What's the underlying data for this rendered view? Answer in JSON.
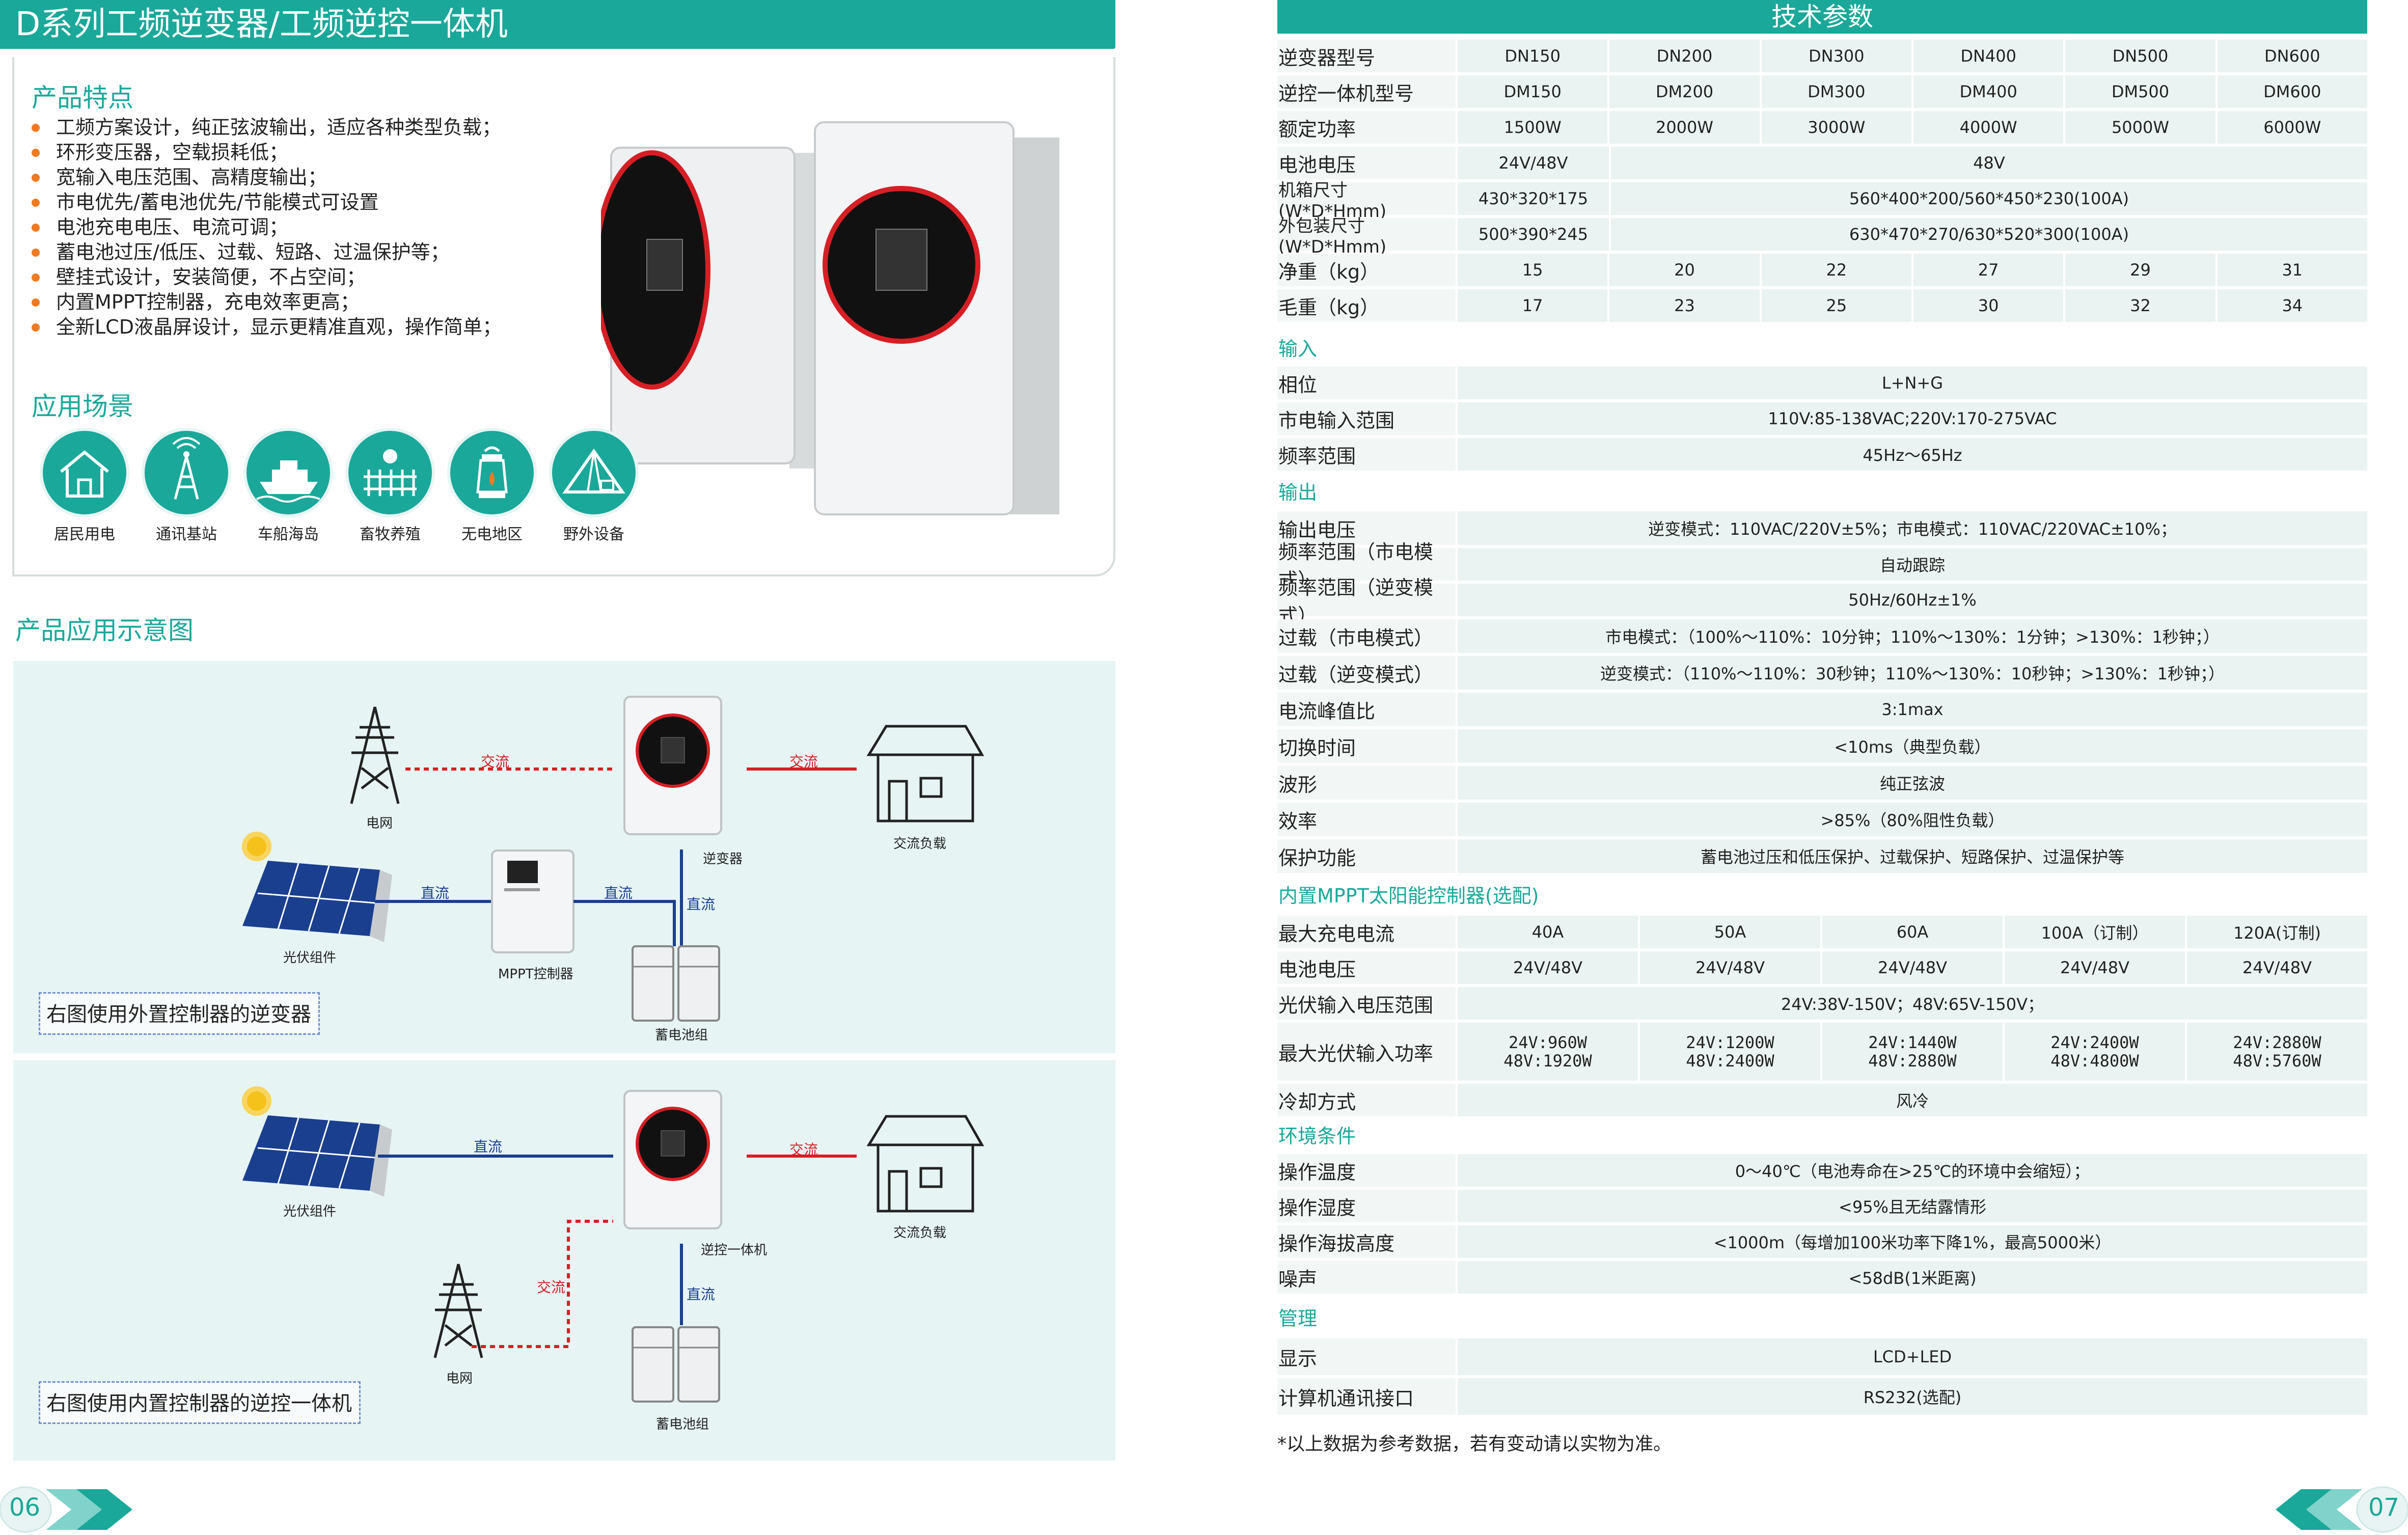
{
  "left": {
    "title": "D系列工频逆变器/工频逆控一体机",
    "features_heading": "产品特点",
    "features": [
      "工频方案设计，纯正弦波输出，适应各种类型负载；",
      "环形变压器，空载损耗低；",
      "宽输入电压范围、高精度输出；",
      "市电优先/蓄电池优先/节能模式可设置",
      "电池充电电压、电流可调；",
      "蓄电池过压/低压、过载、短路、过温保护等；",
      "壁挂式设计，安装简便，不占空间；",
      "内置MPPT控制器，充电效率更高；",
      "全新LCD液晶屏设计，显示更精准直观，操作简单；"
    ],
    "applications_heading": "应用场景",
    "applications": [
      {
        "label": "居民用电",
        "icon": "house-icon"
      },
      {
        "label": "通讯基站",
        "icon": "antenna-tower-icon"
      },
      {
        "label": "车船海岛",
        "icon": "ship-icon"
      },
      {
        "label": "畜牧养殖",
        "icon": "farm-fence-icon"
      },
      {
        "label": "无电地区",
        "icon": "lantern-icon"
      },
      {
        "label": "野外设备",
        "icon": "tent-icon"
      }
    ],
    "diagram_heading": "产品应用示意图",
    "diagram1": {
      "grid": "电网",
      "inverter": "逆变器",
      "load": "交流负载",
      "pv": "光伏组件",
      "mppt": "MPPT控制器",
      "battery": "蓄电池组",
      "ac1": "交流",
      "ac2": "交流",
      "dc1": "直流",
      "dc2": "直流",
      "dc3": "直流",
      "caption": "右图使用外置控制器的逆变器"
    },
    "diagram2": {
      "pv": "光伏组件",
      "inverter": "逆控一体机",
      "load": "交流负载",
      "grid": "电网",
      "battery": "蓄电池组",
      "dc1": "直流",
      "dc2": "直流",
      "ac1": "交流",
      "ac2": "交流",
      "caption": "右图使用内置控制器的逆控一体机"
    },
    "page_number": "06"
  },
  "right": {
    "spec_title": "技术参数",
    "rows_top": [
      {
        "label": "逆变器型号",
        "values": [
          "DN150",
          "DN200",
          "DN300",
          "DN400",
          "DN500",
          "DN600"
        ]
      },
      {
        "label": "逆控一体机型号",
        "values": [
          "DM150",
          "DM200",
          "DM300",
          "DM400",
          "DM500",
          "DM600"
        ]
      },
      {
        "label": "额定功率",
        "values": [
          "1500W",
          "2000W",
          "3000W",
          "4000W",
          "5000W",
          "6000W"
        ]
      },
      {
        "label": "电池电压",
        "values": [
          "24V/48V",
          "48V"
        ]
      },
      {
        "label": "机箱尺寸(W*D*Hmm)",
        "values": [
          "430*320*175",
          "560*400*200/560*450*230(100A)"
        ]
      },
      {
        "label": "外包装尺寸(W*D*Hmm)",
        "values": [
          "500*390*245",
          "630*470*270/630*520*300(100A)"
        ]
      },
      {
        "label": "净重（kg）",
        "values": [
          "15",
          "20",
          "22",
          "27",
          "29",
          "31"
        ]
      },
      {
        "label": "毛重（kg）",
        "values": [
          "17",
          "23",
          "25",
          "30",
          "32",
          "34"
        ]
      }
    ],
    "sec_input": "输入",
    "rows_input": [
      {
        "label": "相位",
        "value": "L+N+G"
      },
      {
        "label": "市电输入范围",
        "value": "110V:85-138VAC;220V:170-275VAC"
      },
      {
        "label": "频率范围",
        "value": "45Hz～65Hz"
      }
    ],
    "sec_output": "输出",
    "rows_output": [
      {
        "label": "输出电压",
        "value": "逆变模式：110VAC/220V±5%；市电模式：110VAC/220VAC±10%；"
      },
      {
        "label": "频率范围（市电模式）",
        "value": "自动跟踪"
      },
      {
        "label": "频率范围（逆变模式）",
        "value": "50Hz/60Hz±1%"
      },
      {
        "label": "过载（市电模式）",
        "value": "市电模式：（100%～110%：10分钟；110%～130%：1分钟；>130%：1秒钟；）"
      },
      {
        "label": "过载（逆变模式）",
        "value": "逆变模式：（110%～110%：30秒钟；110%～130%：10秒钟；>130%：1秒钟；）"
      },
      {
        "label": "电流峰值比",
        "value": "3:1max"
      },
      {
        "label": "切换时间",
        "value": "<10ms（典型负载）"
      },
      {
        "label": "波形",
        "value": "纯正弦波"
      },
      {
        "label": "效率",
        "value": ">85%（80%阻性负载）"
      },
      {
        "label": "保护功能",
        "value": "蓄电池过压和低压保护、过载保护、短路保护、过温保护等"
      }
    ],
    "sec_mppt": "内置MPPT太阳能控制器(选配)",
    "rows_mppt": [
      {
        "label": "最大充电电流",
        "values": [
          "40A",
          "50A",
          "60A",
          "100A（订制）",
          "120A(订制)"
        ]
      },
      {
        "label": "电池电压",
        "values": [
          "24V/48V",
          "24V/48V",
          "24V/48V",
          "24V/48V",
          "24V/48V"
        ]
      },
      {
        "label": "光伏输入电压范围",
        "values": [
          "24V:38V-150V；48V:65V-150V；"
        ]
      }
    ],
    "pv_power": {
      "label": "最大光伏输入功率",
      "values": [
        [
          "24V:960W",
          "48V:1920W"
        ],
        [
          "24V:1200W",
          "48V:2400W"
        ],
        [
          "24V:1440W",
          "48V:2880W"
        ],
        [
          "24V:2400W",
          "48V:4800W"
        ],
        [
          "24V:2880W",
          "48V:5760W"
        ]
      ]
    },
    "cooling": {
      "label": "冷却方式",
      "value": "风冷"
    },
    "sec_env": "环境条件",
    "rows_env": [
      {
        "label": "操作温度",
        "value": "0～40℃（电池寿命在>25℃的环境中会缩短）；"
      },
      {
        "label": "操作湿度",
        "value": "<95%且无结露情形"
      },
      {
        "label": "操作海拔高度",
        "value": "<1000m（每增加100米功率下降1%，最高5000米）"
      },
      {
        "label": "噪声",
        "value": "<58dB(1米距离)"
      }
    ],
    "sec_mgmt": "管理",
    "rows_mgmt": [
      {
        "label": "显示",
        "value": "LCD+LED"
      },
      {
        "label": "计算机通讯接口",
        "value": "RS232(选配)"
      }
    ],
    "note": "*以上数据为参考数据，若有变动请以实物为准。",
    "page_number": "07"
  },
  "colors": {
    "accent": "#1aa89a",
    "ac_line": "#d61f25",
    "dc_line": "#1a3f8f",
    "bullet": "#f07a22"
  }
}
